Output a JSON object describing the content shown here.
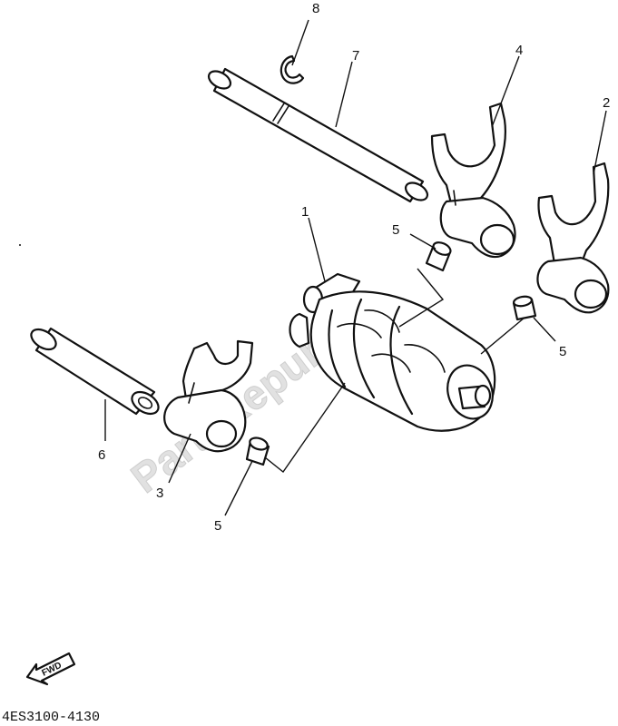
{
  "watermark": "PartsRepublik",
  "reference_code": "4ES3100-4130",
  "fwd_label": "FWD",
  "callouts": {
    "c1": "1",
    "c2": "2",
    "c3": "3",
    "c4": "4",
    "c5a": "5",
    "c5b": "5",
    "c5c": "5",
    "c6": "6",
    "c7": "7",
    "c8": "8"
  }
}
